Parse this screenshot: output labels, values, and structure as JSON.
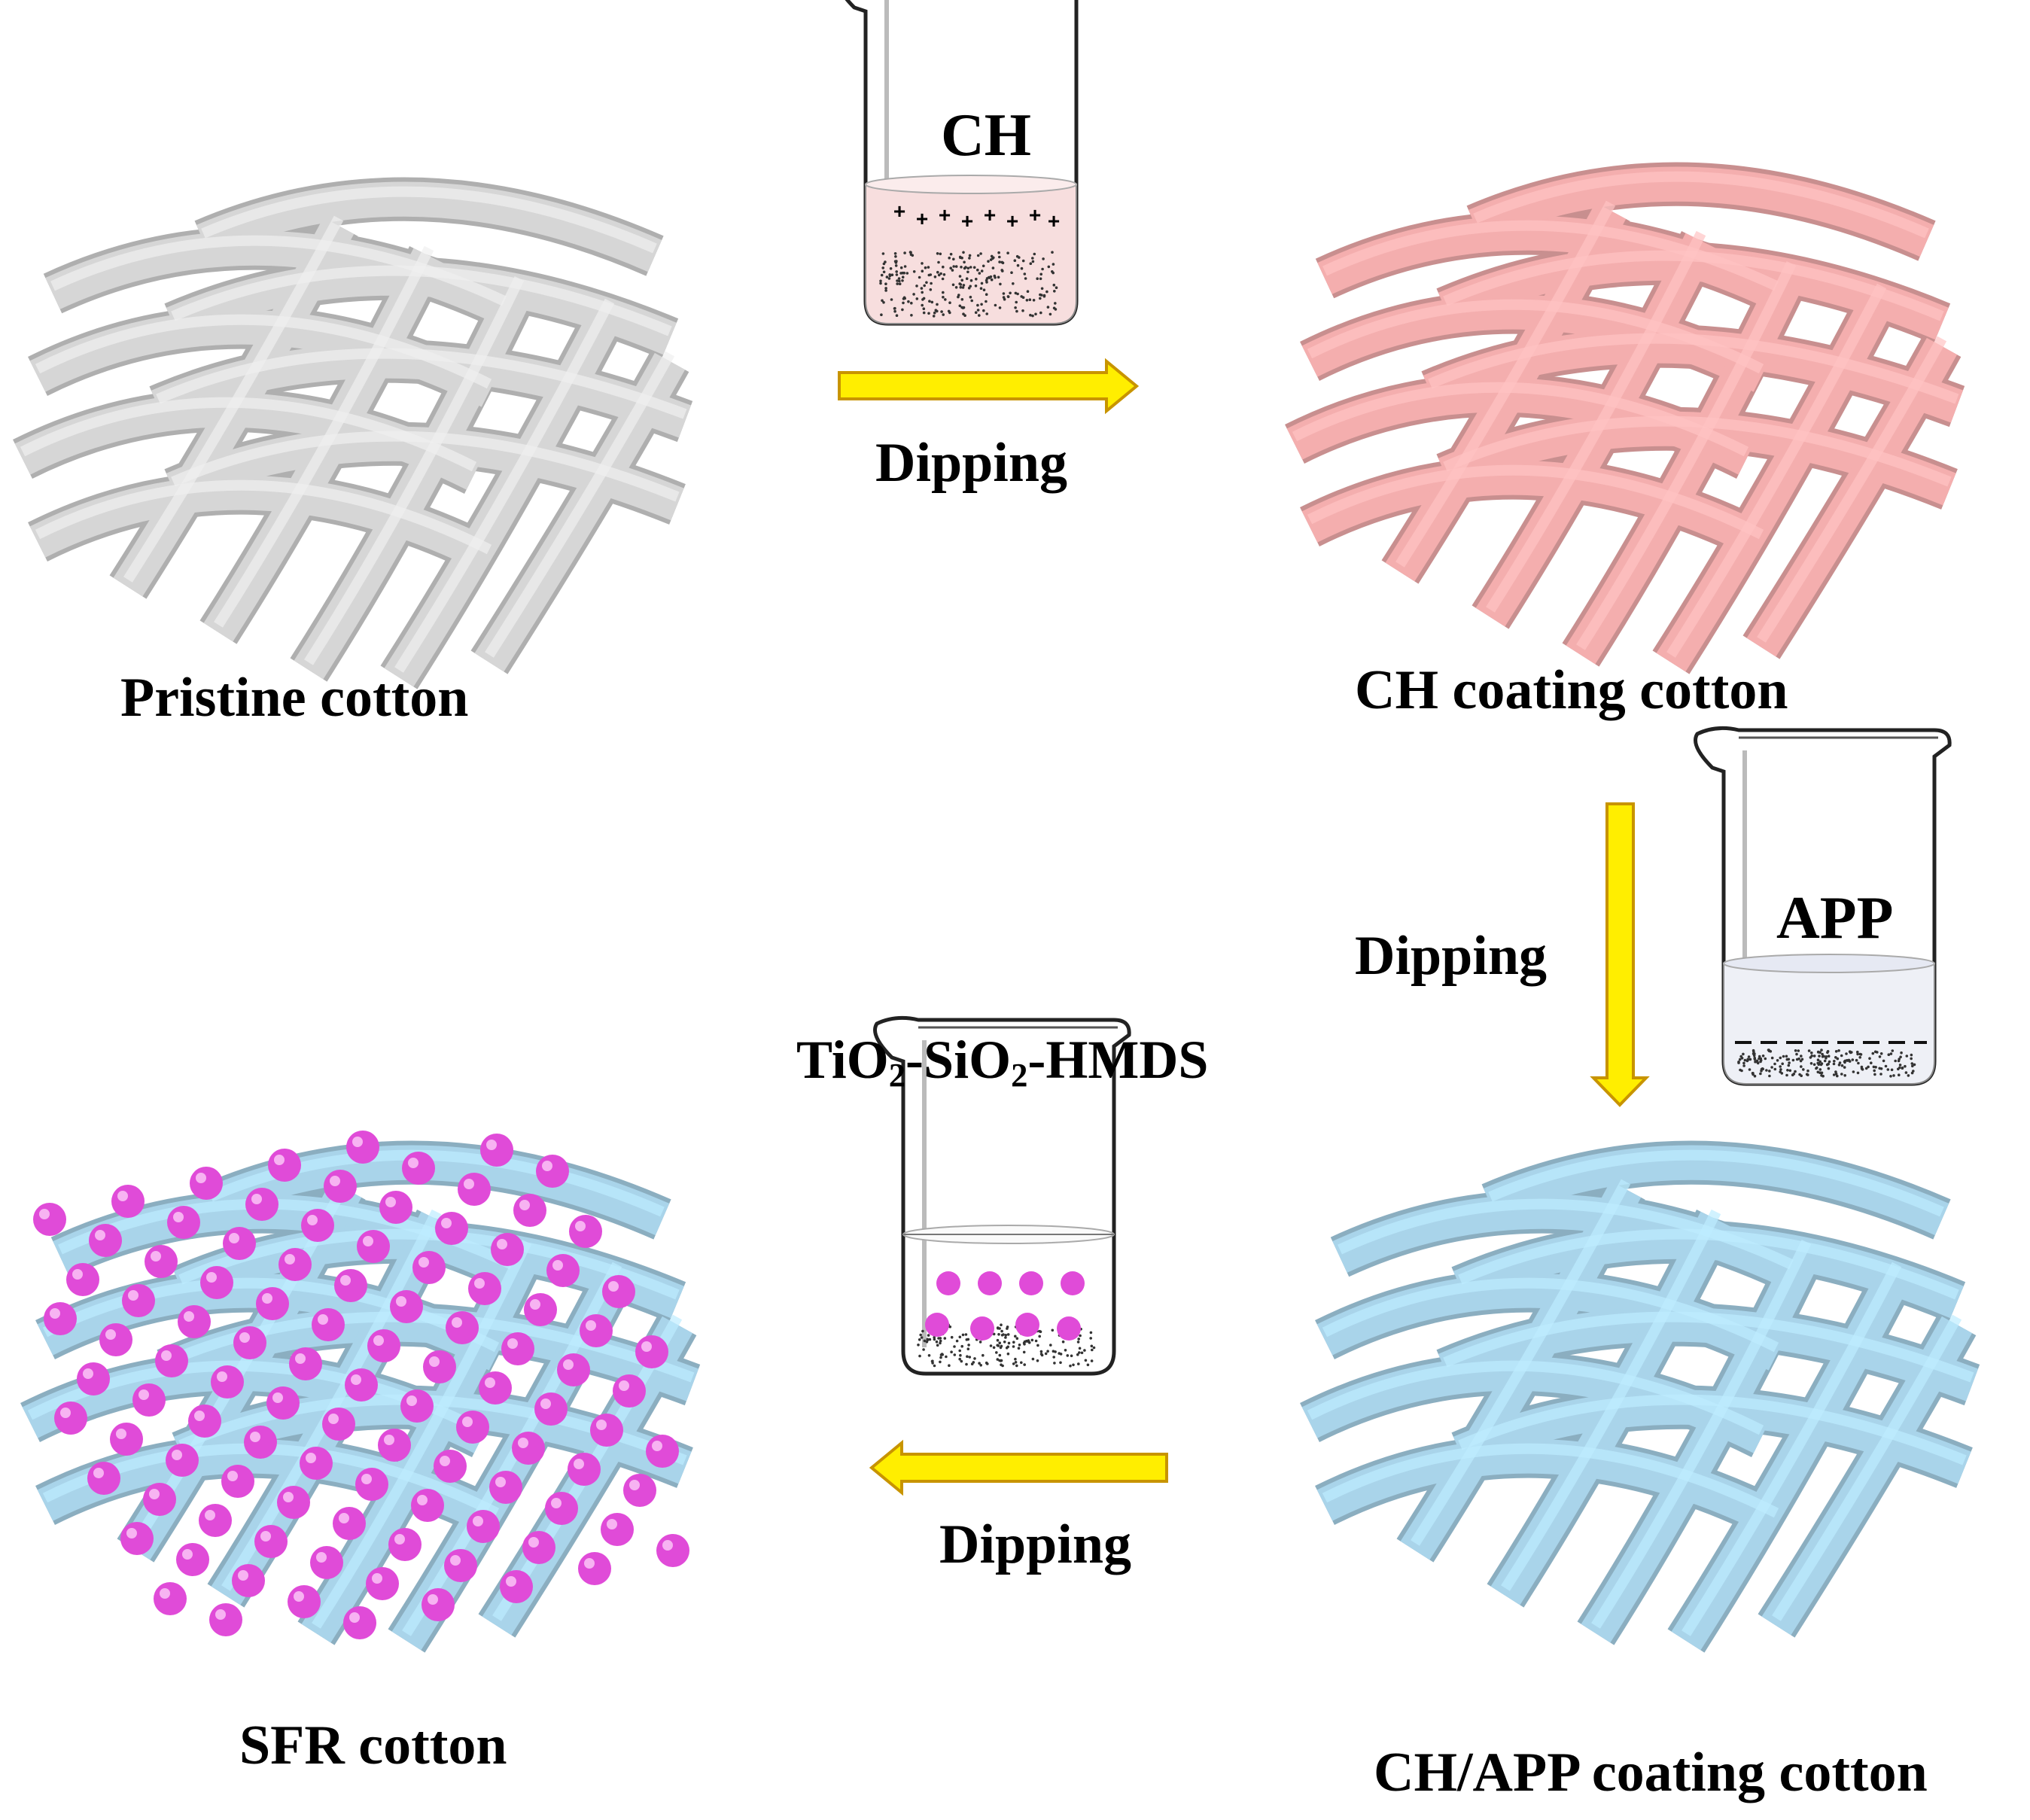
{
  "title": "",
  "labels": {
    "pristine": "Pristine cotton",
    "ch_coating": "CH coating cotton",
    "chapp_coating": "CH/APP coating cotton",
    "sfr": "SFR cotton",
    "dipping": "Dipping",
    "beaker_ch": "CH",
    "beaker_app": "APP",
    "tsh_a": "TiO",
    "tsh_sub1": "2",
    "tsh_b": "-SiO",
    "tsh_sub2": "2",
    "tsh_c": "-HMDS"
  },
  "colors": {
    "pristine_fabric": "#d6d6d6",
    "ch_fabric": "#f4aeae",
    "app_fabric": "#a9d4ea",
    "nanoparticle": "#e04bd8",
    "arrow_fill": "#ffee00",
    "arrow_stroke": "#c89400",
    "ch_liquid": "#f7dede",
    "app_liquid": "#eef0f6"
  },
  "icons": [
    "cotton-fabric-icon",
    "beaker-icon",
    "arrow-right-icon",
    "arrow-down-icon",
    "arrow-left-icon",
    "nanoparticle-icon"
  ]
}
